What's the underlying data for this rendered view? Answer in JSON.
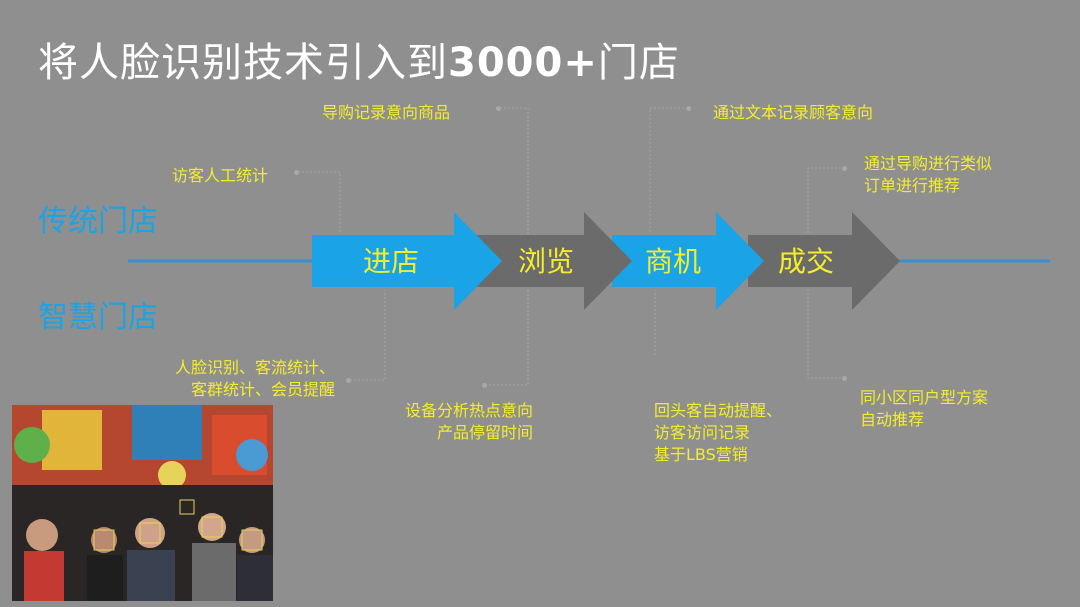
{
  "title": {
    "text": "将人脸识别技术引入到",
    "bold": "3000+",
    "tail": "门店"
  },
  "stores": {
    "traditional": "传统门店",
    "smart": "智慧门店"
  },
  "stages": [
    "进店",
    "浏览",
    "商机",
    "成交"
  ],
  "notes": {
    "top": {
      "visitor_count": "访客人工统计",
      "guide_record": "导购记录意向商品",
      "text_record": "通过文本记录顾客意向",
      "recommend": [
        "通过导购进行类似",
        "订单进行推荐"
      ]
    },
    "bottom": {
      "face": [
        "人脸识别、客流统计、",
        "客群统计、会员提醒"
      ],
      "device": [
        "设备分析热点意向",
        "产品停留时间"
      ],
      "returning": [
        "回头客自动提醒、",
        "访客访问记录",
        "基于LBS营销"
      ],
      "community": [
        "同小区同户型方案",
        "自动推荐"
      ]
    }
  },
  "colors": {
    "background": "#8f8f8f",
    "blue": "#1aa3e6",
    "gray_arrow": "#6b6b6b",
    "yellow": "#f4ee2a"
  }
}
